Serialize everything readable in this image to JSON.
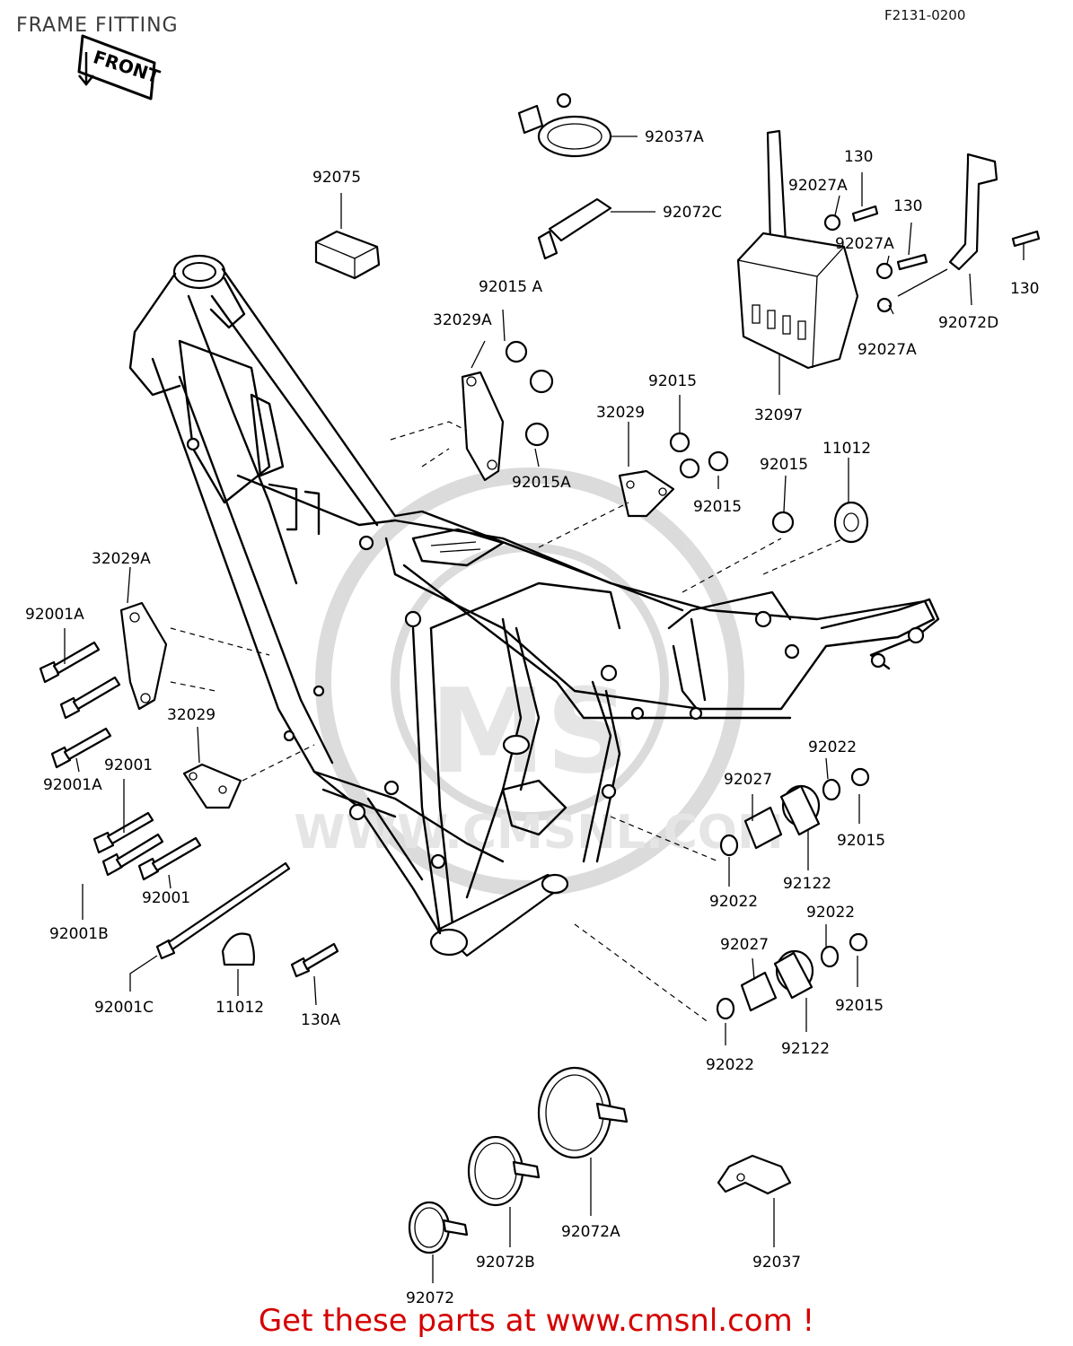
{
  "header": {
    "title": "FRAME FITTING",
    "diagram_code": "F2131-0200"
  },
  "front_badge": "FRONT",
  "footer": {
    "text": "Get these parts at www.cmsnl.com !"
  },
  "watermark": {
    "text": "WWW.CMSNL.COM"
  },
  "colors": {
    "footer_text": "#d40000",
    "line_art": "#000000",
    "watermark": "#d8d8d8"
  },
  "labels": {
    "p92037A": "92037A",
    "p92075": "92075",
    "p92072C": "92072C",
    "p130_a": "130",
    "p92027A_a": "92027A",
    "p130_b": "130",
    "p92027A_b": "92027A",
    "p130_c": "130",
    "p92027A_c": "92027A",
    "p92072D": "92072D",
    "p32097": "32097",
    "p92015A_a": "92015 A",
    "p32029A_a": "32029A",
    "p92015A_b": "92015A",
    "p92015_a": "92015",
    "p32029_a": "32029",
    "p92015_b": "92015",
    "p92015_c": "92015",
    "p11012_a": "11012",
    "p32029A_b": "32029A",
    "p92001A_a": "92001A",
    "p32029_b": "32029",
    "p92001_a": "92001",
    "p92001A_b": "92001A",
    "p92001_b": "92001",
    "p92001B": "92001B",
    "p92001C": "92001C",
    "p11012_b": "11012",
    "p130A": "130A",
    "p92022_a": "92022",
    "p92027_a": "92027",
    "p92015_d": "92015",
    "p92122_a": "92122",
    "p92022_b": "92022",
    "p92022_c": "92022",
    "p92027_b": "92027",
    "p92015_e": "92015",
    "p92022_d": "92022",
    "p92122_b": "92122",
    "p92072A": "92072A",
    "p92072B": "92072B",
    "p92072": "92072",
    "p92037": "92037"
  }
}
